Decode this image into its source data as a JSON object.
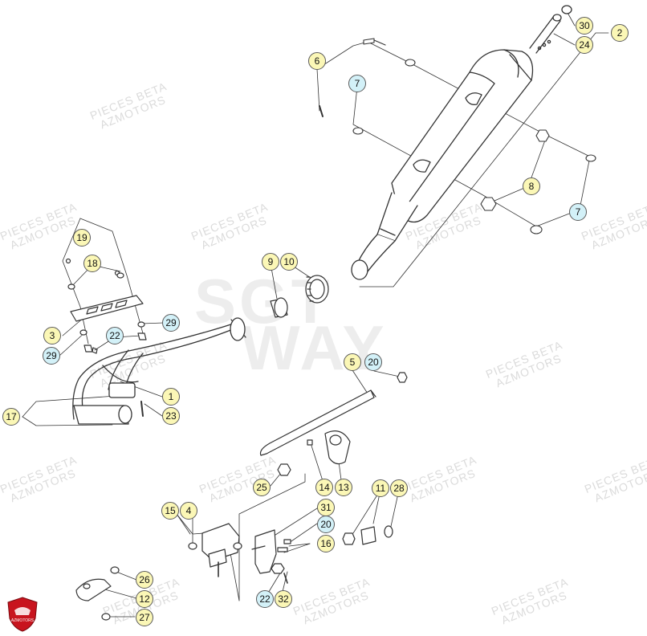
{
  "colors": {
    "callout_yellow": "#fbf7b6",
    "callout_blue": "#d3f1f8",
    "line": "#333333",
    "logo_red": "#c8141e"
  },
  "watermark": {
    "line1": "PIECES BETA",
    "line2": "AZMOTORS",
    "big_top": "SGT",
    "big_bottom": "WAY"
  },
  "logo": {
    "text": "AZMOTORS",
    "icon": "helmet-shield-icon"
  },
  "callouts": [
    {
      "id": "c2",
      "label": "2",
      "style": "yellow"
    },
    {
      "id": "c30",
      "label": "30",
      "style": "yellow"
    },
    {
      "id": "c24",
      "label": "24",
      "style": "yellow"
    },
    {
      "id": "c6",
      "label": "6",
      "style": "yellow"
    },
    {
      "id": "c7a",
      "label": "7",
      "style": "blue"
    },
    {
      "id": "c8",
      "label": "8",
      "style": "yellow"
    },
    {
      "id": "c7b",
      "label": "7",
      "style": "blue"
    },
    {
      "id": "c19",
      "label": "19",
      "style": "yellow"
    },
    {
      "id": "c18",
      "label": "18",
      "style": "yellow"
    },
    {
      "id": "c9",
      "label": "9",
      "style": "yellow"
    },
    {
      "id": "c10",
      "label": "10",
      "style": "yellow"
    },
    {
      "id": "c3",
      "label": "3",
      "style": "yellow"
    },
    {
      "id": "c29a",
      "label": "29",
      "style": "blue"
    },
    {
      "id": "c22a",
      "label": "22",
      "style": "blue"
    },
    {
      "id": "c29b",
      "label": "29",
      "style": "blue"
    },
    {
      "id": "c5",
      "label": "5",
      "style": "yellow"
    },
    {
      "id": "c20a",
      "label": "20",
      "style": "blue"
    },
    {
      "id": "c1",
      "label": "1",
      "style": "yellow"
    },
    {
      "id": "c17",
      "label": "17",
      "style": "yellow"
    },
    {
      "id": "c23",
      "label": "23",
      "style": "yellow"
    },
    {
      "id": "c25",
      "label": "25",
      "style": "yellow"
    },
    {
      "id": "c14",
      "label": "14",
      "style": "yellow"
    },
    {
      "id": "c13",
      "label": "13",
      "style": "yellow"
    },
    {
      "id": "c11",
      "label": "11",
      "style": "yellow"
    },
    {
      "id": "c28",
      "label": "28",
      "style": "yellow"
    },
    {
      "id": "c15",
      "label": "15",
      "style": "yellow"
    },
    {
      "id": "c4",
      "label": "4",
      "style": "yellow"
    },
    {
      "id": "c31",
      "label": "31",
      "style": "yellow"
    },
    {
      "id": "c20b",
      "label": "20",
      "style": "blue"
    },
    {
      "id": "c16",
      "label": "16",
      "style": "yellow"
    },
    {
      "id": "c26",
      "label": "26",
      "style": "yellow"
    },
    {
      "id": "c12",
      "label": "12",
      "style": "yellow"
    },
    {
      "id": "c22b",
      "label": "22",
      "style": "blue"
    },
    {
      "id": "c32",
      "label": "32",
      "style": "yellow"
    },
    {
      "id": "c27",
      "label": "27",
      "style": "yellow"
    }
  ]
}
